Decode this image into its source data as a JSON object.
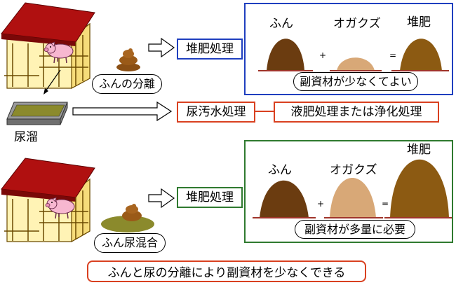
{
  "colors": {
    "roof": "#b01010",
    "wall": "#fff3b5",
    "manure": "#6b3c10",
    "sawdust": "#d8a877",
    "compost": "#8c5a12",
    "blue_box": "#1f3fbf",
    "red_box": "#d94020",
    "green_box": "#2f7a2f"
  },
  "top": {
    "separation_label": "ふんの分離",
    "process": "堆肥処理",
    "panel": {
      "manure": "ふん",
      "sawdust": "オガクズ",
      "compost": "堆肥",
      "plus": "+",
      "equals": "=",
      "caption": "副資材が少なくてよい"
    }
  },
  "middle": {
    "tank_label": "尿溜",
    "process": "尿汚水処理",
    "detail": "液肥処理または浄化処理"
  },
  "bottom": {
    "mix_label": "ふん尿混合",
    "process": "堆肥処理",
    "panel": {
      "manure": "ふん",
      "sawdust": "オガクズ",
      "compost": "堆肥",
      "plus": "+",
      "equals": "=",
      "caption": "副資材が多量に必要"
    }
  },
  "conclusion": "ふんと尿の分離により副資材を少なくできる"
}
